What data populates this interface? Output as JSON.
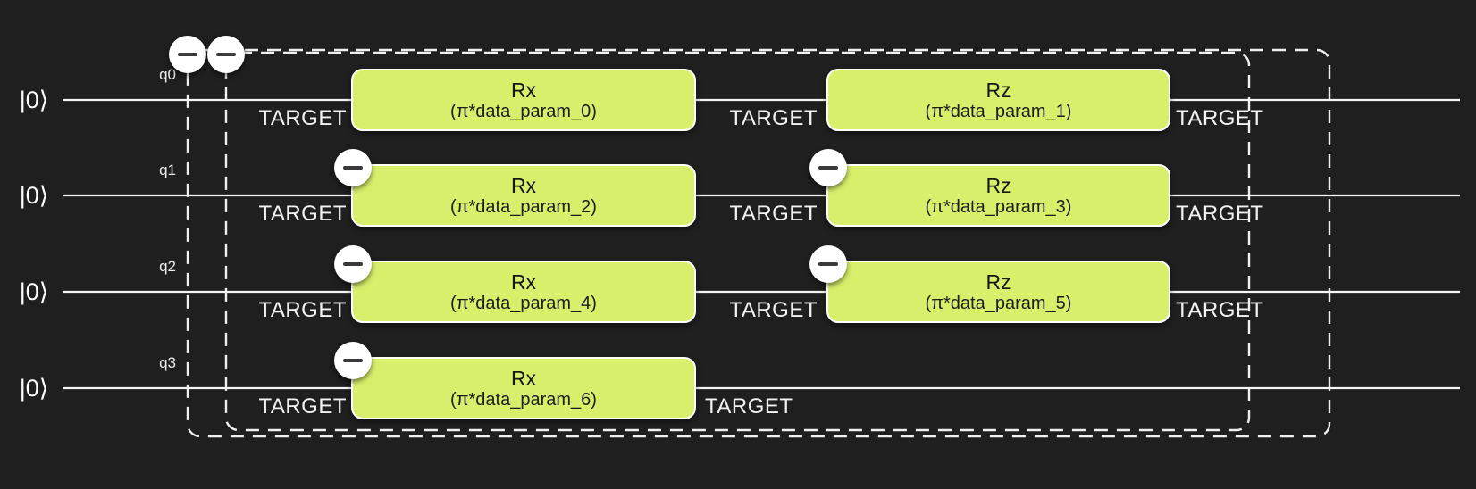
{
  "circuit": {
    "ket_label": "|0⟩",
    "target_label": "TARGET",
    "qubits": [
      {
        "name": "q0"
      },
      {
        "name": "q1"
      },
      {
        "name": "q2"
      },
      {
        "name": "q3"
      }
    ],
    "gates": [
      {
        "name": "Rx",
        "param": "(π*data_param_0)",
        "qubit": "q0"
      },
      {
        "name": "Rz",
        "param": "(π*data_param_1)",
        "qubit": "q0"
      },
      {
        "name": "Rx",
        "param": "(π*data_param_2)",
        "qubit": "q1"
      },
      {
        "name": "Rz",
        "param": "(π*data_param_3)",
        "qubit": "q1"
      },
      {
        "name": "Rx",
        "param": "(π*data_param_4)",
        "qubit": "q2"
      },
      {
        "name": "Rz",
        "param": "(π*data_param_5)",
        "qubit": "q2"
      },
      {
        "name": "Rx",
        "param": "(π*data_param_6)",
        "qubit": "q3"
      }
    ],
    "collapse_buttons_count": 7,
    "colors": {
      "background": "#1f1f1f",
      "gate_fill": "#d7ef6a",
      "wire": "#f5f5f5",
      "gate_text": "#1a1a1a",
      "group_outline": "#f0f0f0"
    }
  }
}
